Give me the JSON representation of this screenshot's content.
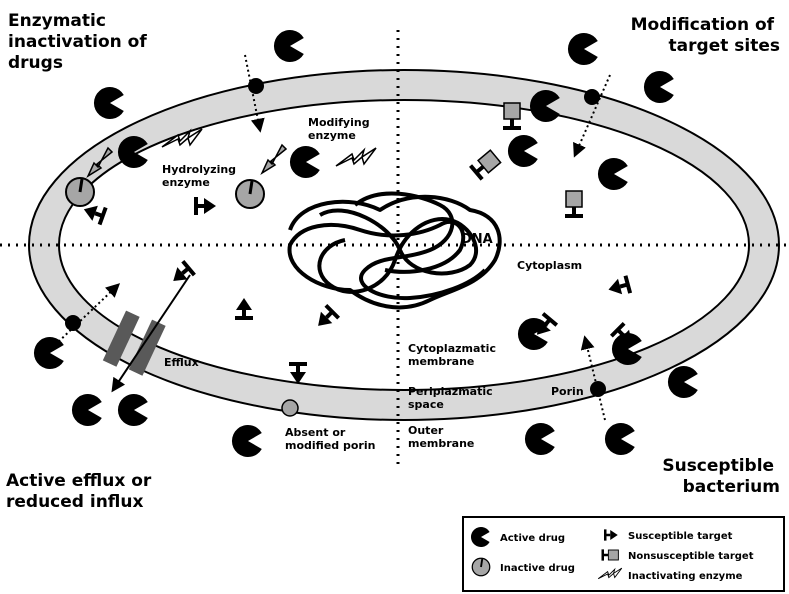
{
  "quadrants": {
    "top_left": [
      "Enzymatic",
      "inactivation of",
      "drugs"
    ],
    "top_right": [
      "Modification of",
      "target sites"
    ],
    "bottom_left": [
      "Active efflux or",
      "reduced influx"
    ],
    "bottom_right": [
      "Susceptible",
      "bacterium"
    ]
  },
  "labels": {
    "modifying_enzyme": [
      "Modifying",
      "enzyme"
    ],
    "hydrolyzing_enzyme": [
      "Hydrolyzing",
      "enzyme"
    ],
    "dna": "DNA",
    "cytoplasm": "Cytoplasm",
    "efflux": "Efflux",
    "cytoplasmatic_membrane": [
      "Cytoplazmatic",
      "membrane"
    ],
    "periplasmatic_space": [
      "Periplazmatic",
      "space"
    ],
    "outer_membrane": [
      "Outer",
      "membrane"
    ],
    "porin": "Porin",
    "absent_porin": [
      "Absent or",
      "modified porin"
    ]
  },
  "legend": {
    "active_drug": "Active drug",
    "inactive_drug": "Inactive drug",
    "susceptible_target": "Susceptible target",
    "nonsusceptible_target": "Nonsusceptible target",
    "inactivating_enzyme": "Inactivating enzyme"
  },
  "colors": {
    "membrane_fill": "#d9d9d9",
    "inactive_drug": "#a6a6a6",
    "nonsusceptible_target": "#a6a6a6",
    "efflux_pump": "#595959",
    "ink": "#000000"
  },
  "icons": [
    "active-drug-icon",
    "inactive-drug-icon",
    "susceptible-target-icon",
    "nonsusceptible-target-icon",
    "inactivating-enzyme-icon",
    "porin-icon",
    "efflux-pump-icon"
  ]
}
